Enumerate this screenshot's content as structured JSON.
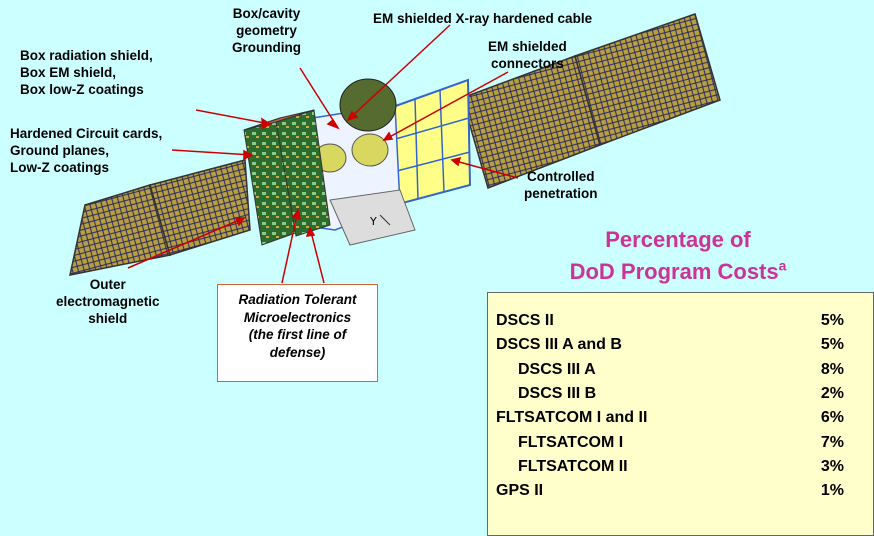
{
  "labels": {
    "box_cavity": "Box/cavity\ngeometry\nGrounding",
    "em_cable": "EM shielded X-ray hardened cable",
    "em_connectors": "EM shielded\nconnectors",
    "box_radiation": "Box radiation shield,\nBox EM shield,\nBox low-Z coatings",
    "hardened_cards": "Hardened Circuit cards,\nGround planes,\nLow-Z coatings",
    "controlled_penetration": "Controlled\npenetration",
    "outer_shield": "Outer\nelectromagnetic\nshield"
  },
  "callout": {
    "line1": "Radiation Tolerant",
    "line2": "Microelectronics",
    "line3": "(the first line of",
    "line4": "defense)"
  },
  "costs": {
    "title_line1": "Percentage of",
    "title_line2": "DoD Program Costs",
    "title_superscript": "a",
    "rows": [
      {
        "name": "DSCS II",
        "value": "5%",
        "indent": false
      },
      {
        "name": "DSCS III A and B",
        "value": "5%",
        "indent": false
      },
      {
        "name": "DSCS III A",
        "value": "8%",
        "indent": true
      },
      {
        "name": "DSCS III B",
        "value": "2%",
        "indent": true
      },
      {
        "name": "FLTSATCOM I and II",
        "value": "6%",
        "indent": false
      },
      {
        "name": "FLTSATCOM I",
        "value": "7%",
        "indent": true
      },
      {
        "name": "FLTSATCOM II",
        "value": "3%",
        "indent": true
      },
      {
        "name": "GPS II",
        "value": "1%",
        "indent": false
      }
    ]
  },
  "colors": {
    "background": "#ccffff",
    "title": "#cc3399",
    "table_fill": "#ffffcc",
    "solar_panel": "#b8a040",
    "circuit_card": "#2e6b2e",
    "arrow": "#cc0000"
  }
}
